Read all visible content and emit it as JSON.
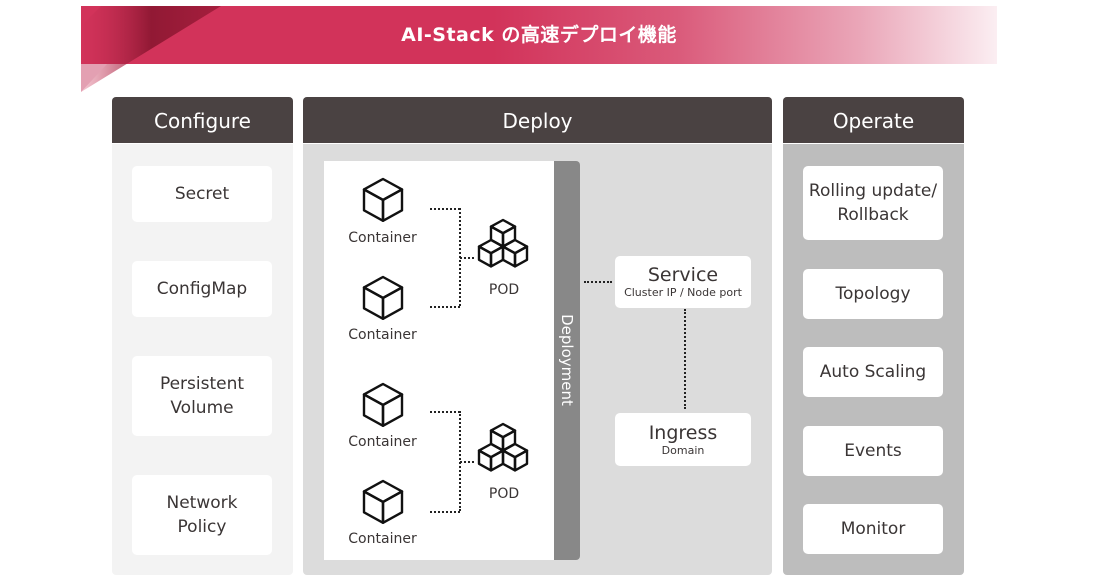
{
  "banner": {
    "title": "AI-Stack の高速デプロイ機能",
    "color": "#d2335a"
  },
  "configure": {
    "title": "Configure",
    "items": [
      "Secret",
      "ConfigMap",
      "Persistent\nVolume",
      "Network\nPolicy"
    ]
  },
  "deploy": {
    "title": "Deploy",
    "deployment_label": "Deployment",
    "pods": [
      {
        "label": "POD",
        "containers": [
          "Container",
          "Container"
        ]
      },
      {
        "label": "POD",
        "containers": [
          "Container",
          "Container"
        ]
      }
    ],
    "service": {
      "title": "Service",
      "subtitle": "Cluster IP / Node port"
    },
    "ingress": {
      "title": "Ingress",
      "subtitle": "Domain"
    }
  },
  "operate": {
    "title": "Operate",
    "items": [
      "Rolling update/\nRollback",
      "Topology",
      "Auto Scaling",
      "Events",
      "Monitor"
    ]
  },
  "colors": {
    "header": "#4a4242",
    "configure_bg": "#f3f3f3",
    "deploy_bg": "#dcdcdc",
    "operate_bg": "#bdbdbd",
    "deployment_bar": "#888888"
  }
}
